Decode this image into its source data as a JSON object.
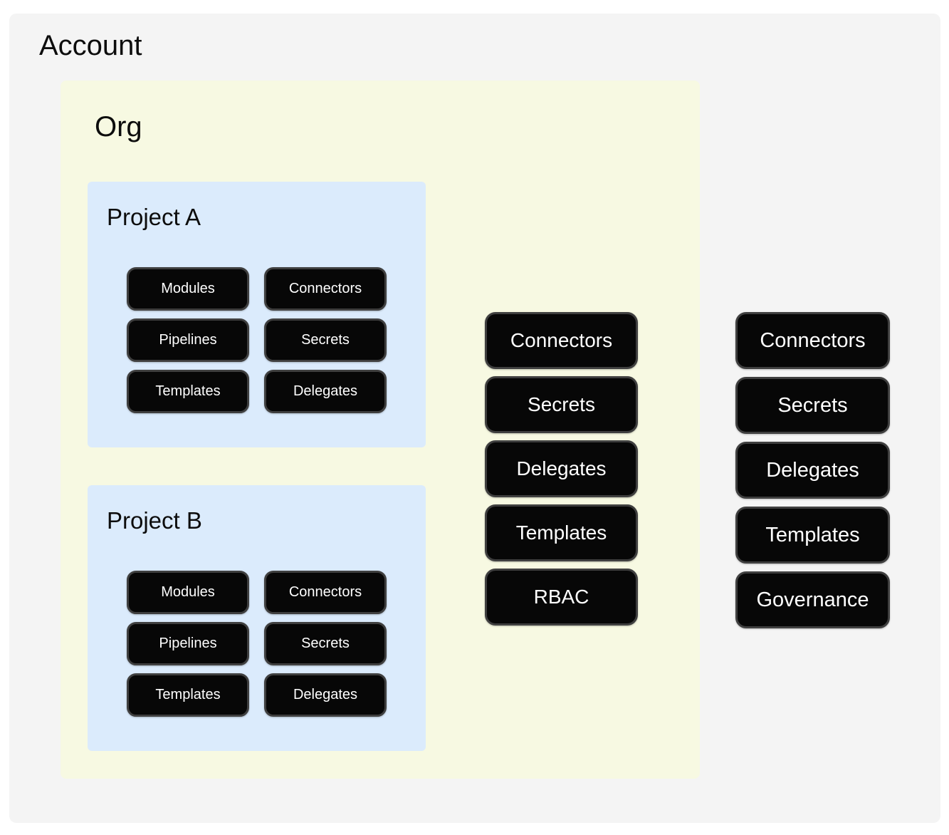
{
  "account": {
    "title": "Account",
    "resources": [
      "Connectors",
      "Secrets",
      "Delegates",
      "Templates",
      "Governance"
    ],
    "org": {
      "title": "Org",
      "resources": [
        "Connectors",
        "Secrets",
        "Delegates",
        "Templates",
        "RBAC"
      ],
      "projects": [
        {
          "title": "Project A",
          "resources": [
            "Modules",
            "Connectors",
            "Pipelines",
            "Secrets",
            "Templates",
            "Delegates"
          ]
        },
        {
          "title": "Project B",
          "resources": [
            "Modules",
            "Connectors",
            "Pipelines",
            "Secrets",
            "Templates",
            "Delegates"
          ]
        }
      ]
    }
  },
  "colors": {
    "page_bg": "#ffffff",
    "account_bg": "#f4f4f4",
    "org_bg": "#f7f9e2",
    "project_bg": "#dbebfc",
    "node_bg": "#070707",
    "node_border": "#3f3f3f",
    "node_text": "#ffffff",
    "heading_text": "#0d0d0d"
  }
}
